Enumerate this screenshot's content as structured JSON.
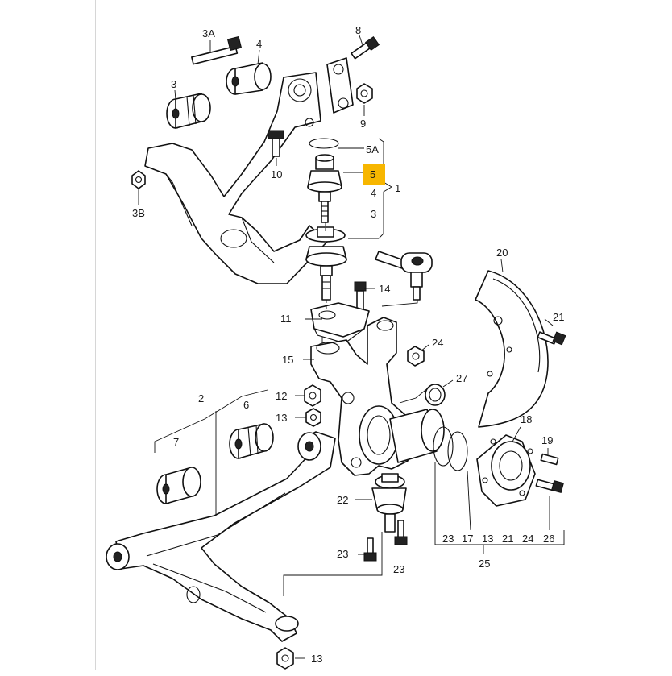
{
  "highlight_color": "#f7b600",
  "callouts": {
    "c3A": "3A",
    "c4a": "4",
    "c8": "8",
    "c3a": "3",
    "c9": "9",
    "c10": "10",
    "c5A": "5A",
    "c5": "5",
    "c4b": "4",
    "c1": "1",
    "c3b": "3",
    "c3B": "3B",
    "c14": "14",
    "c11": "11",
    "c20": "20",
    "c21": "21",
    "c24a": "24",
    "c15": "15",
    "c27": "27",
    "c12": "12",
    "c2": "2",
    "c6": "6",
    "c13a": "13",
    "c18": "18",
    "c7": "7",
    "c19": "19",
    "c22": "22",
    "c26": "26",
    "c23a": "23",
    "c23b": "23",
    "c13b": "13",
    "c25": "25"
  },
  "group25": [
    "23",
    "17",
    "13",
    "21",
    "24"
  ]
}
